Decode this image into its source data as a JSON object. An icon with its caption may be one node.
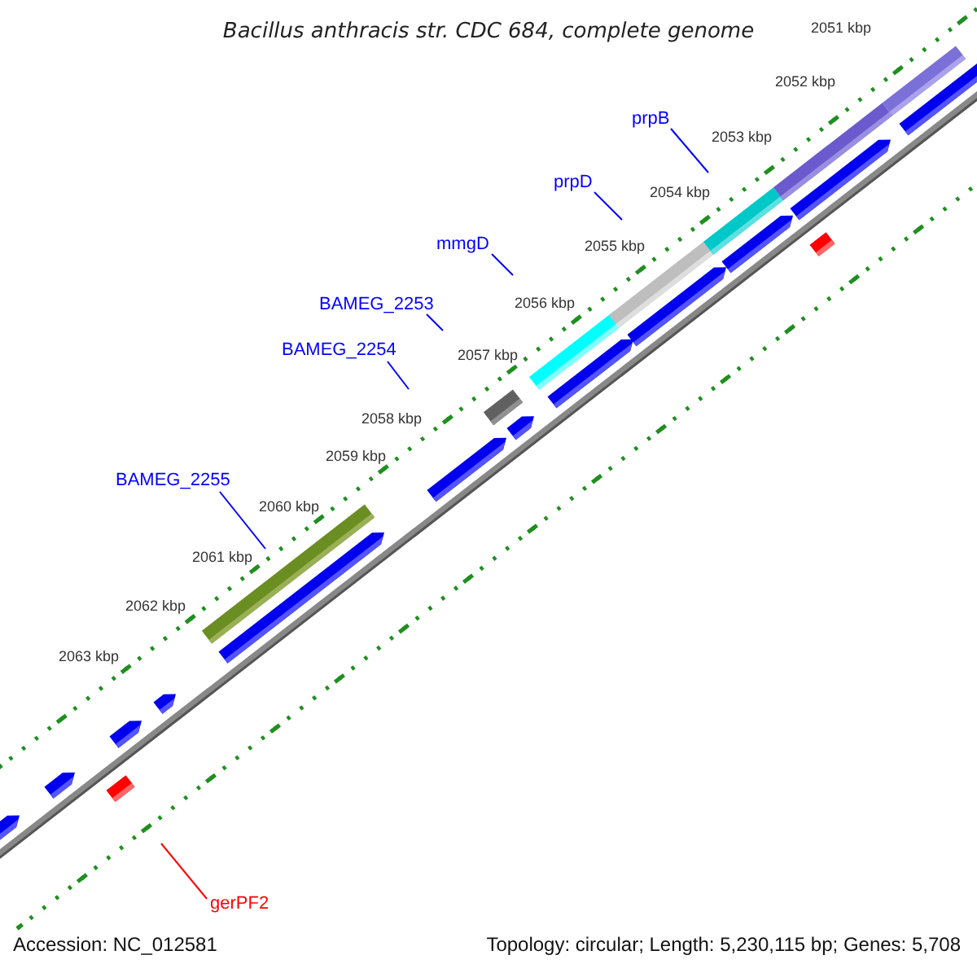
{
  "diagram": {
    "title": "Bacillus anthracis str. CDC 684, complete genome",
    "nodes": [
      {
        "text": [
          "prpB"
        ]
      },
      {
        "text": [
          "prpD"
        ]
      },
      {
        "text": [
          "mmgD"
        ]
      },
      {
        "text": [
          "BAMEG_2253"
        ]
      },
      {
        "text": [
          "BAMEG_2254"
        ]
      },
      {
        "text": [
          "BAMEG_2255"
        ]
      },
      {
        "text": [
          "gerPF2"
        ]
      }
    ],
    "edges": [
      {
        "from": 0,
        "to": null,
        "arrow": "none"
      },
      {
        "from": 1,
        "to": null,
        "arrow": "none"
      },
      {
        "from": 2,
        "to": null,
        "arrow": "none"
      },
      {
        "from": 3,
        "to": null,
        "arrow": "none"
      },
      {
        "from": 4,
        "to": null,
        "arrow": "none"
      },
      {
        "from": 5,
        "to": null,
        "arrow": "none"
      },
      {
        "from": 6,
        "to": null,
        "arrow": "none",
        "color": "#ff0000"
      }
    ],
    "labels": [
      "2051 kbp",
      "2052 kbp",
      "2053 kbp",
      "2054 kbp",
      "2055 kbp",
      "2056 kbp",
      "2057 kbp",
      "2058 kbp",
      "2059 kbp",
      "2060 kbp",
      "2061 kbp",
      "2062 kbp",
      "2063 kbp",
      "Accession: NC_012581",
      "Topology: circular; Length: 5,230,115 bp; Genes: 5,708"
    ]
  }
}
